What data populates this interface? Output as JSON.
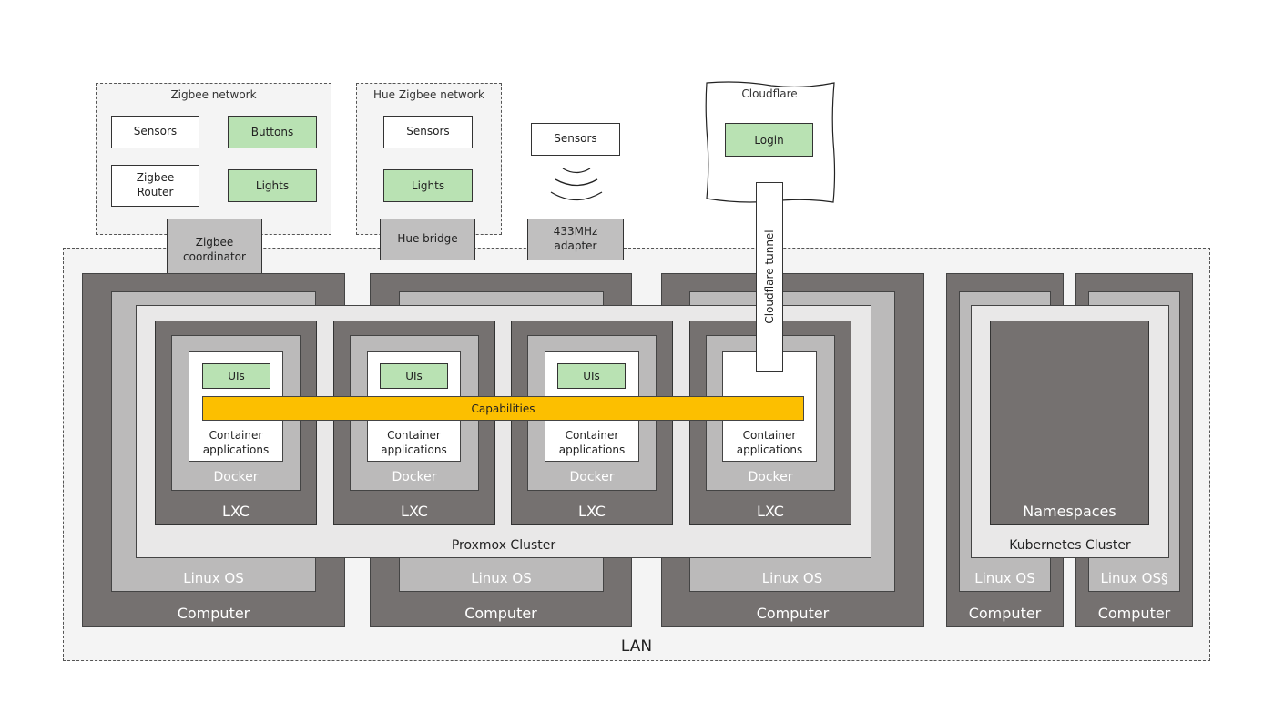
{
  "zigbee_network": {
    "title": "Zigbee network",
    "sensors": "Sensors",
    "buttons": "Buttons",
    "router_line1": "Zigbee",
    "router_line2": "Router",
    "lights": "Lights",
    "coordinator_line1": "Zigbee",
    "coordinator_line2": "coordinator"
  },
  "hue_network": {
    "title": "Hue Zigbee network",
    "sensors": "Sensors",
    "lights": "Lights",
    "bridge": "Hue bridge"
  },
  "rf": {
    "sensors": "Sensors",
    "adapter_line1": "433MHz",
    "adapter_line2": "adapter"
  },
  "cloudflare": {
    "title": "Cloudflare",
    "login": "Login",
    "tunnel": "Cloudflare tunnel"
  },
  "lan": {
    "label": "LAN"
  },
  "computers": [
    {
      "computer": "Computer",
      "os": "Linux OS"
    },
    {
      "computer": "Computer",
      "os": "Linux OS"
    },
    {
      "computer": "Computer",
      "os": "Linux OS"
    },
    {
      "computer": "Computer",
      "os": "Linux OS"
    },
    {
      "computer": "Computer",
      "os": "Linux OS§"
    }
  ],
  "proxmox": {
    "label": "Proxmox Cluster"
  },
  "lxcs": [
    {
      "lxc": "LXC",
      "docker": "Docker",
      "uis": "UIs",
      "apps_line1": "Container",
      "apps_line2": "applications"
    },
    {
      "lxc": "LXC",
      "docker": "Docker",
      "uis": "UIs",
      "apps_line1": "Container",
      "apps_line2": "applications"
    },
    {
      "lxc": "LXC",
      "docker": "Docker",
      "uis": "UIs",
      "apps_line1": "Container",
      "apps_line2": "applications"
    },
    {
      "lxc": "LXC",
      "docker": "Docker",
      "apps_line1": "Container",
      "apps_line2": "applications"
    }
  ],
  "capabilities": "Capabilities",
  "kubernetes": {
    "label": "Kubernetes Cluster",
    "namespaces": "Namespaces"
  },
  "colors": {
    "computer": "#757170",
    "linux_os": "#bbbaba",
    "proxmox": "#e9e8e8",
    "green": "#b9e2b3",
    "capabilities": "#fcbf00"
  }
}
